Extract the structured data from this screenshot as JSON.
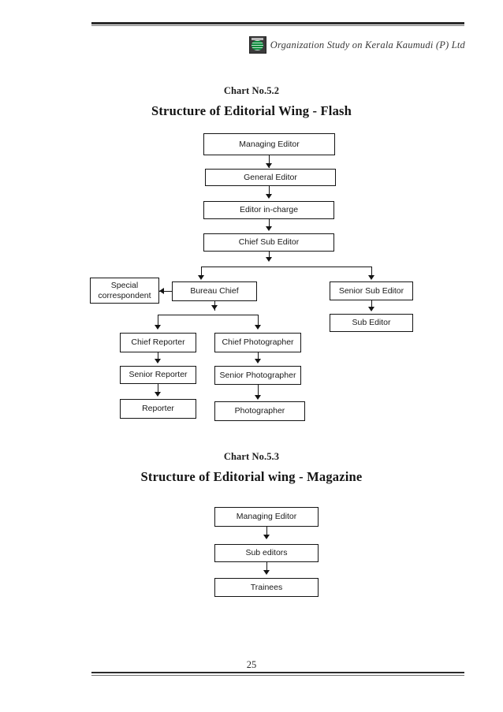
{
  "header": {
    "logo_icon": "kaumudi-logo-icon",
    "text": "Organization Study on Kerala Kaumudi (P) Ltd"
  },
  "chart1": {
    "label": "Chart No.5.2",
    "title": "Structure of Editorial Wing - Flash",
    "nodes": {
      "managing_editor": "Managing Editor",
      "general_editor": "General Editor",
      "editor_in_charge": "Editor in-charge",
      "chief_sub_editor": "Chief Sub Editor",
      "special_correspondent": "Special correspondent",
      "bureau_chief": "Bureau Chief",
      "senior_sub_editor": "Senior Sub Editor",
      "sub_editor": "Sub Editor",
      "chief_reporter": "Chief Reporter",
      "chief_photographer": "Chief Photographer",
      "senior_reporter": "Senior Reporter",
      "senior_photographer": "Senior Photographer",
      "reporter": "Reporter",
      "photographer": "Photographer"
    }
  },
  "chart2": {
    "label": "Chart No.5.3",
    "title": "Structure of Editorial wing - Magazine",
    "nodes": {
      "managing_editor": "Managing Editor",
      "sub_editors": "Sub editors",
      "trainees": "Trainees"
    }
  },
  "footer": {
    "page_number": "25"
  }
}
